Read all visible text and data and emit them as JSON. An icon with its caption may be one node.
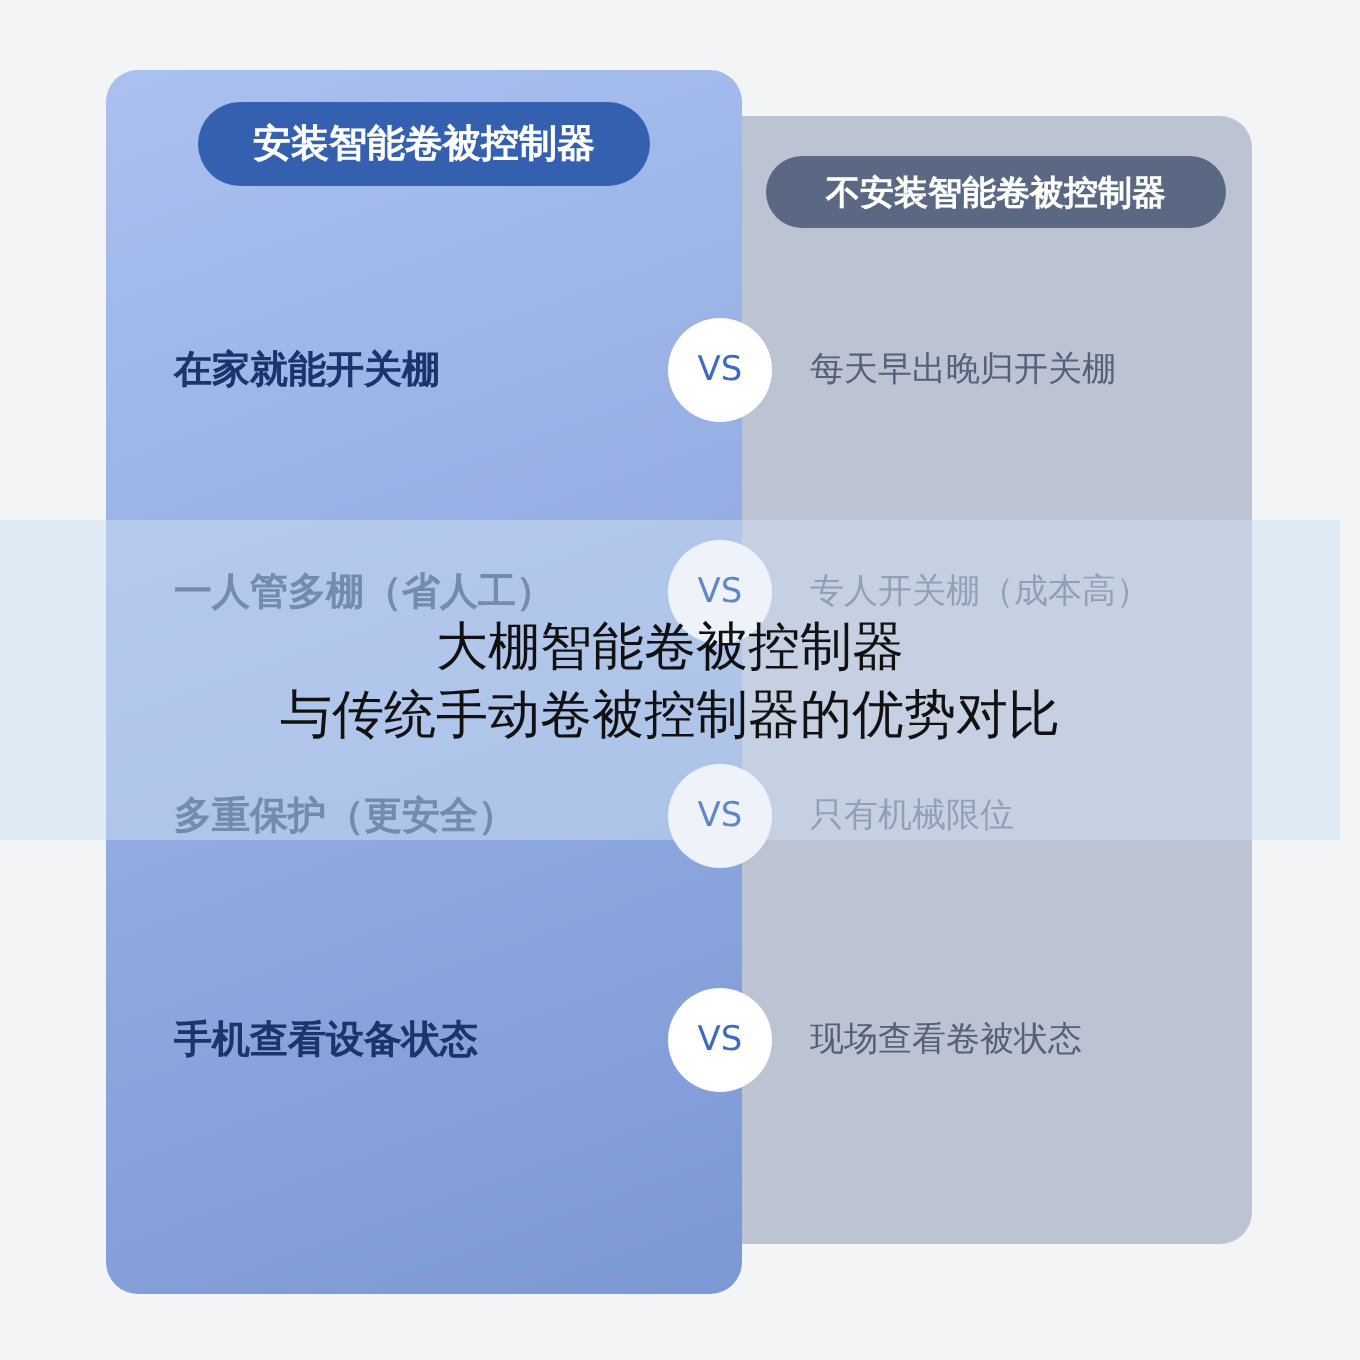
{
  "diagram": {
    "title": "大棚智能卷被控制器与传统手动卷被控制器的优势对比",
    "nodes": [
      {
        "text": [
          "在家就能开关棚",
          "一人管多棚（省人工）",
          "多重保护（更安全）",
          "手机查看设备状态"
        ]
      },
      {
        "text": [
          "安装智能卷被控制器"
        ],
        "in": 0
      },
      {
        "text": [
          "每天早出晚归开关棚",
          "专人开关棚（成本高）",
          "只有机械限位",
          "现场查看卷被状态"
        ]
      },
      {
        "text": [
          "不安装智能卷被控制器"
        ],
        "in": 2
      },
      {
        "text": [
          "VS"
        ]
      },
      {
        "text": [
          "VS"
        ]
      },
      {
        "text": [
          "VS"
        ]
      },
      {
        "text": [
          "VS"
        ]
      }
    ]
  }
}
